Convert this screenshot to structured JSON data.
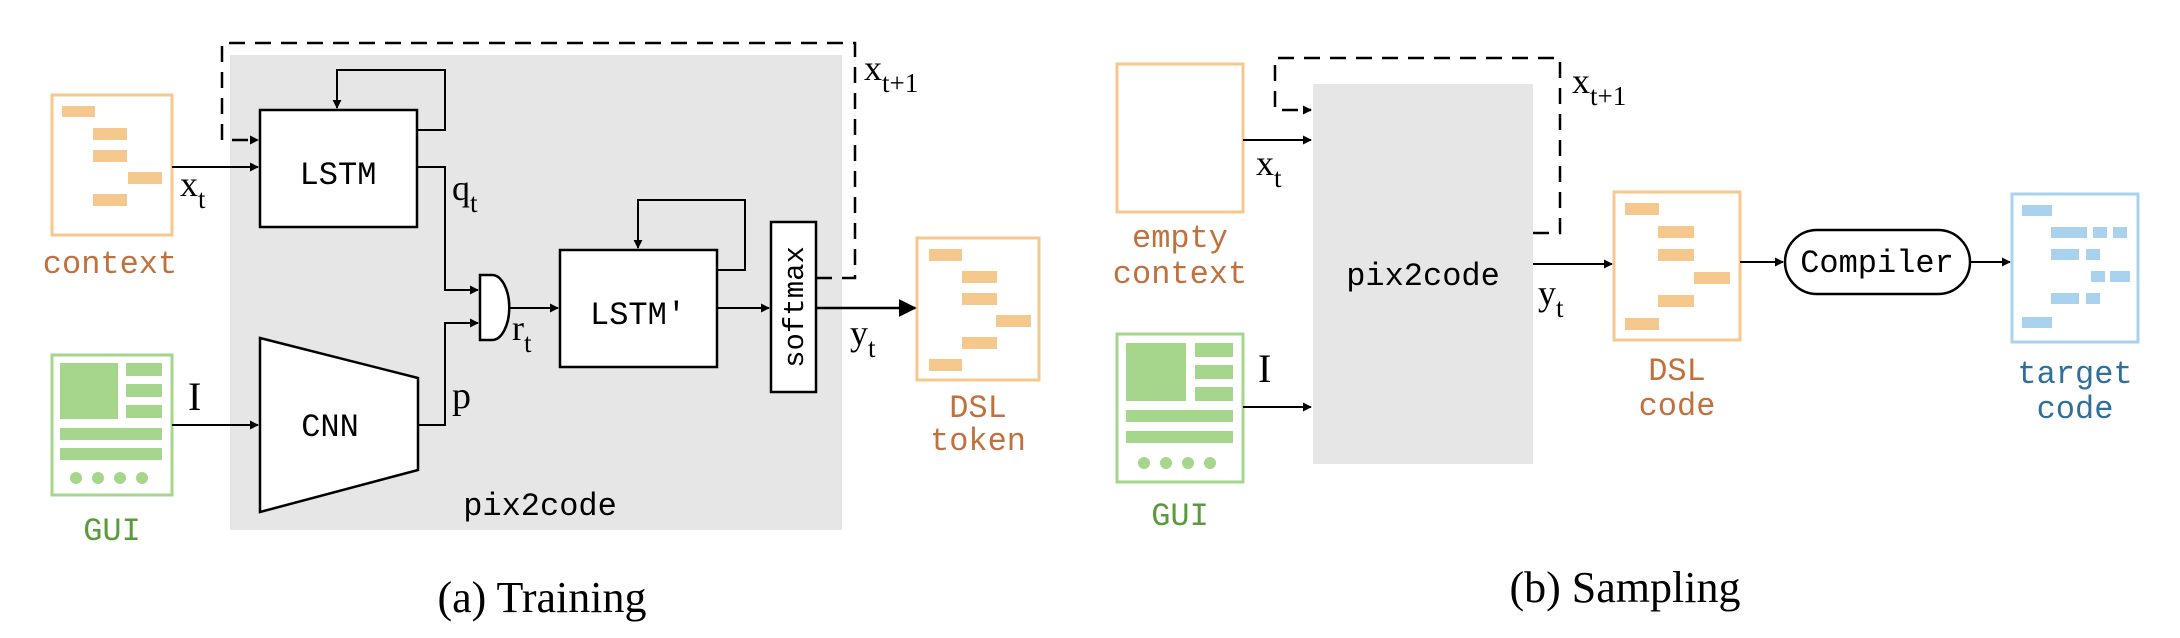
{
  "training": {
    "caption": "(a) Training",
    "container_label": "pix2code",
    "lstm_label": "LSTM",
    "lstm2_label": "LSTM'",
    "cnn_label": "CNN",
    "softmax_label": "softmax",
    "context_label": "context",
    "gui_label": "GUI",
    "dsl_label_1": "DSL",
    "dsl_label_2": "token",
    "var_x": "x",
    "var_x_sub": "t",
    "var_x_next": "x",
    "var_x_next_sub": "t+1",
    "var_q": "q",
    "var_q_sub": "t",
    "var_r": "r",
    "var_r_sub": "t",
    "var_p": "p",
    "var_i": "I",
    "var_y": "y",
    "var_y_sub": "t"
  },
  "sampling": {
    "caption": "(b) Sampling",
    "model_label": "pix2code",
    "context_label_1": "empty",
    "context_label_2": "context",
    "gui_label": "GUI",
    "dsl_label_1": "DSL",
    "dsl_label_2": "code",
    "compiler_label": "Compiler",
    "target_label_1": "target",
    "target_label_2": "code",
    "var_x": "x",
    "var_x_sub": "t",
    "var_x_next": "x",
    "var_x_next_sub": "t+1",
    "var_i": "I",
    "var_y": "y",
    "var_y_sub": "t"
  },
  "colors": {
    "context": "#f5c98d",
    "context_text": "#c0713e",
    "gui": "#a6d68c",
    "gui_text": "#5a9a3a",
    "target": "#a8d2ee",
    "target_text": "#2f6f9a",
    "panel": "#e6e6e6"
  }
}
